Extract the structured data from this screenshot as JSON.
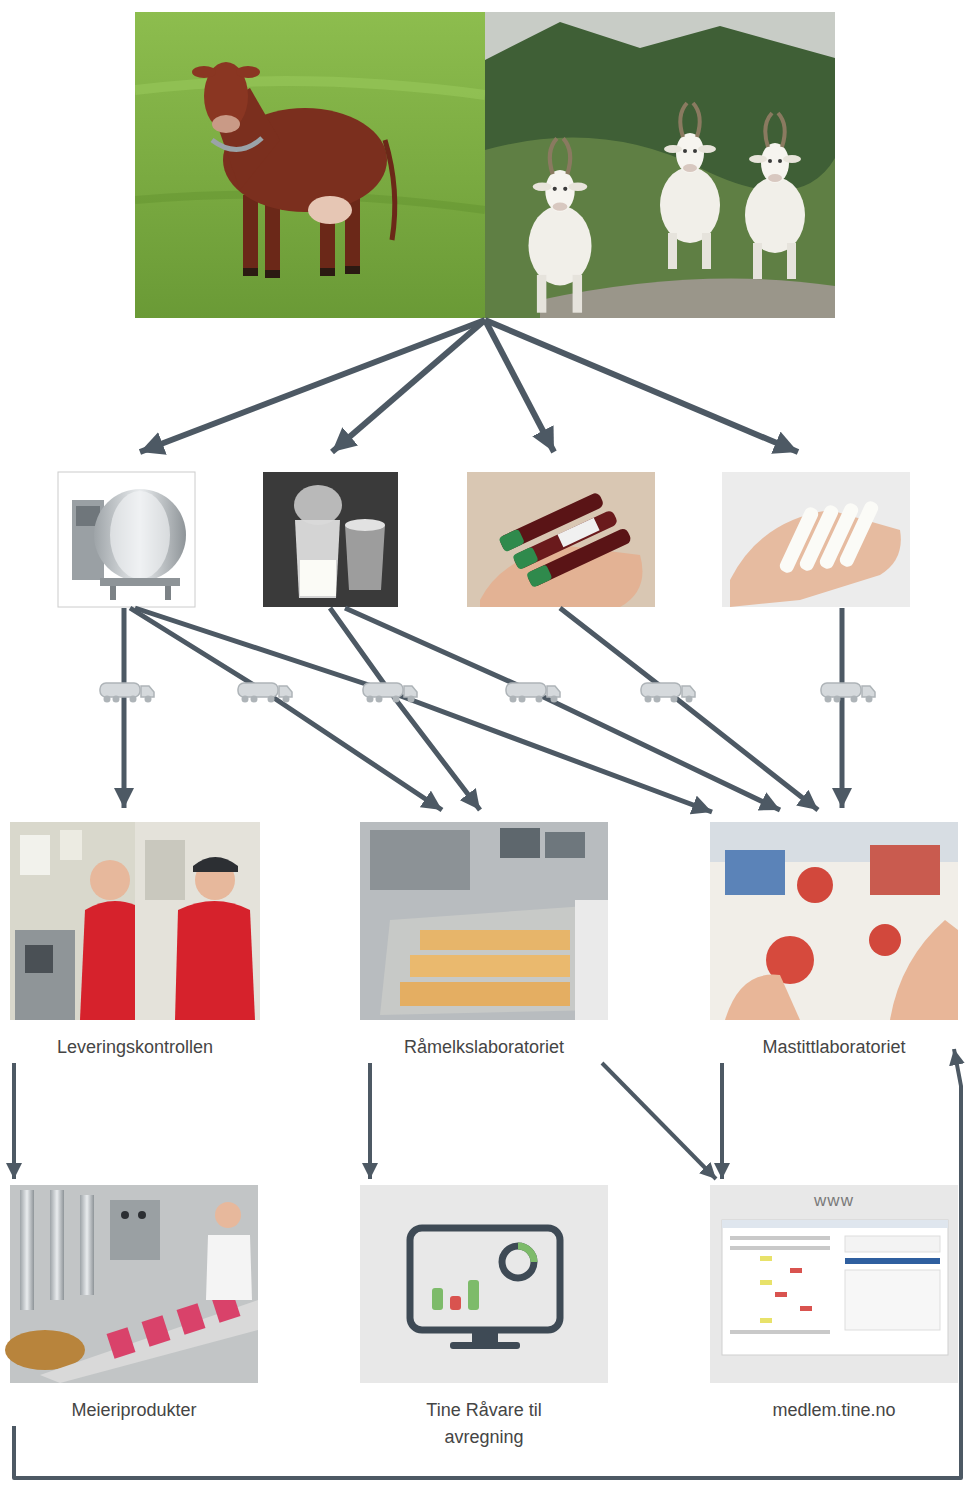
{
  "diagram": {
    "nodes": [
      {
        "text": [
          "Leveringskontrollen"
        ]
      },
      {
        "text": [
          "Råmelkslaboratoriet"
        ]
      },
      {
        "text": [
          "Mastittlaboratoriet"
        ]
      },
      {
        "text": [
          "Meieriprodukter"
        ]
      },
      {
        "text": [
          "Tine Råvare til avregning"
        ]
      },
      {
        "text": [
          "www",
          "medlem.tine.no"
        ]
      }
    ],
    "edges": [
      {
        "from": 0,
        "to": 3,
        "arrow": "to"
      },
      {
        "from": 1,
        "to": 4,
        "arrow": "to"
      },
      {
        "from": 1,
        "to": 5,
        "arrow": "to"
      },
      {
        "from": 2,
        "to": 5,
        "arrow": "to"
      },
      {
        "from": 3,
        "to": 2,
        "arrow": "to"
      }
    ]
  }
}
